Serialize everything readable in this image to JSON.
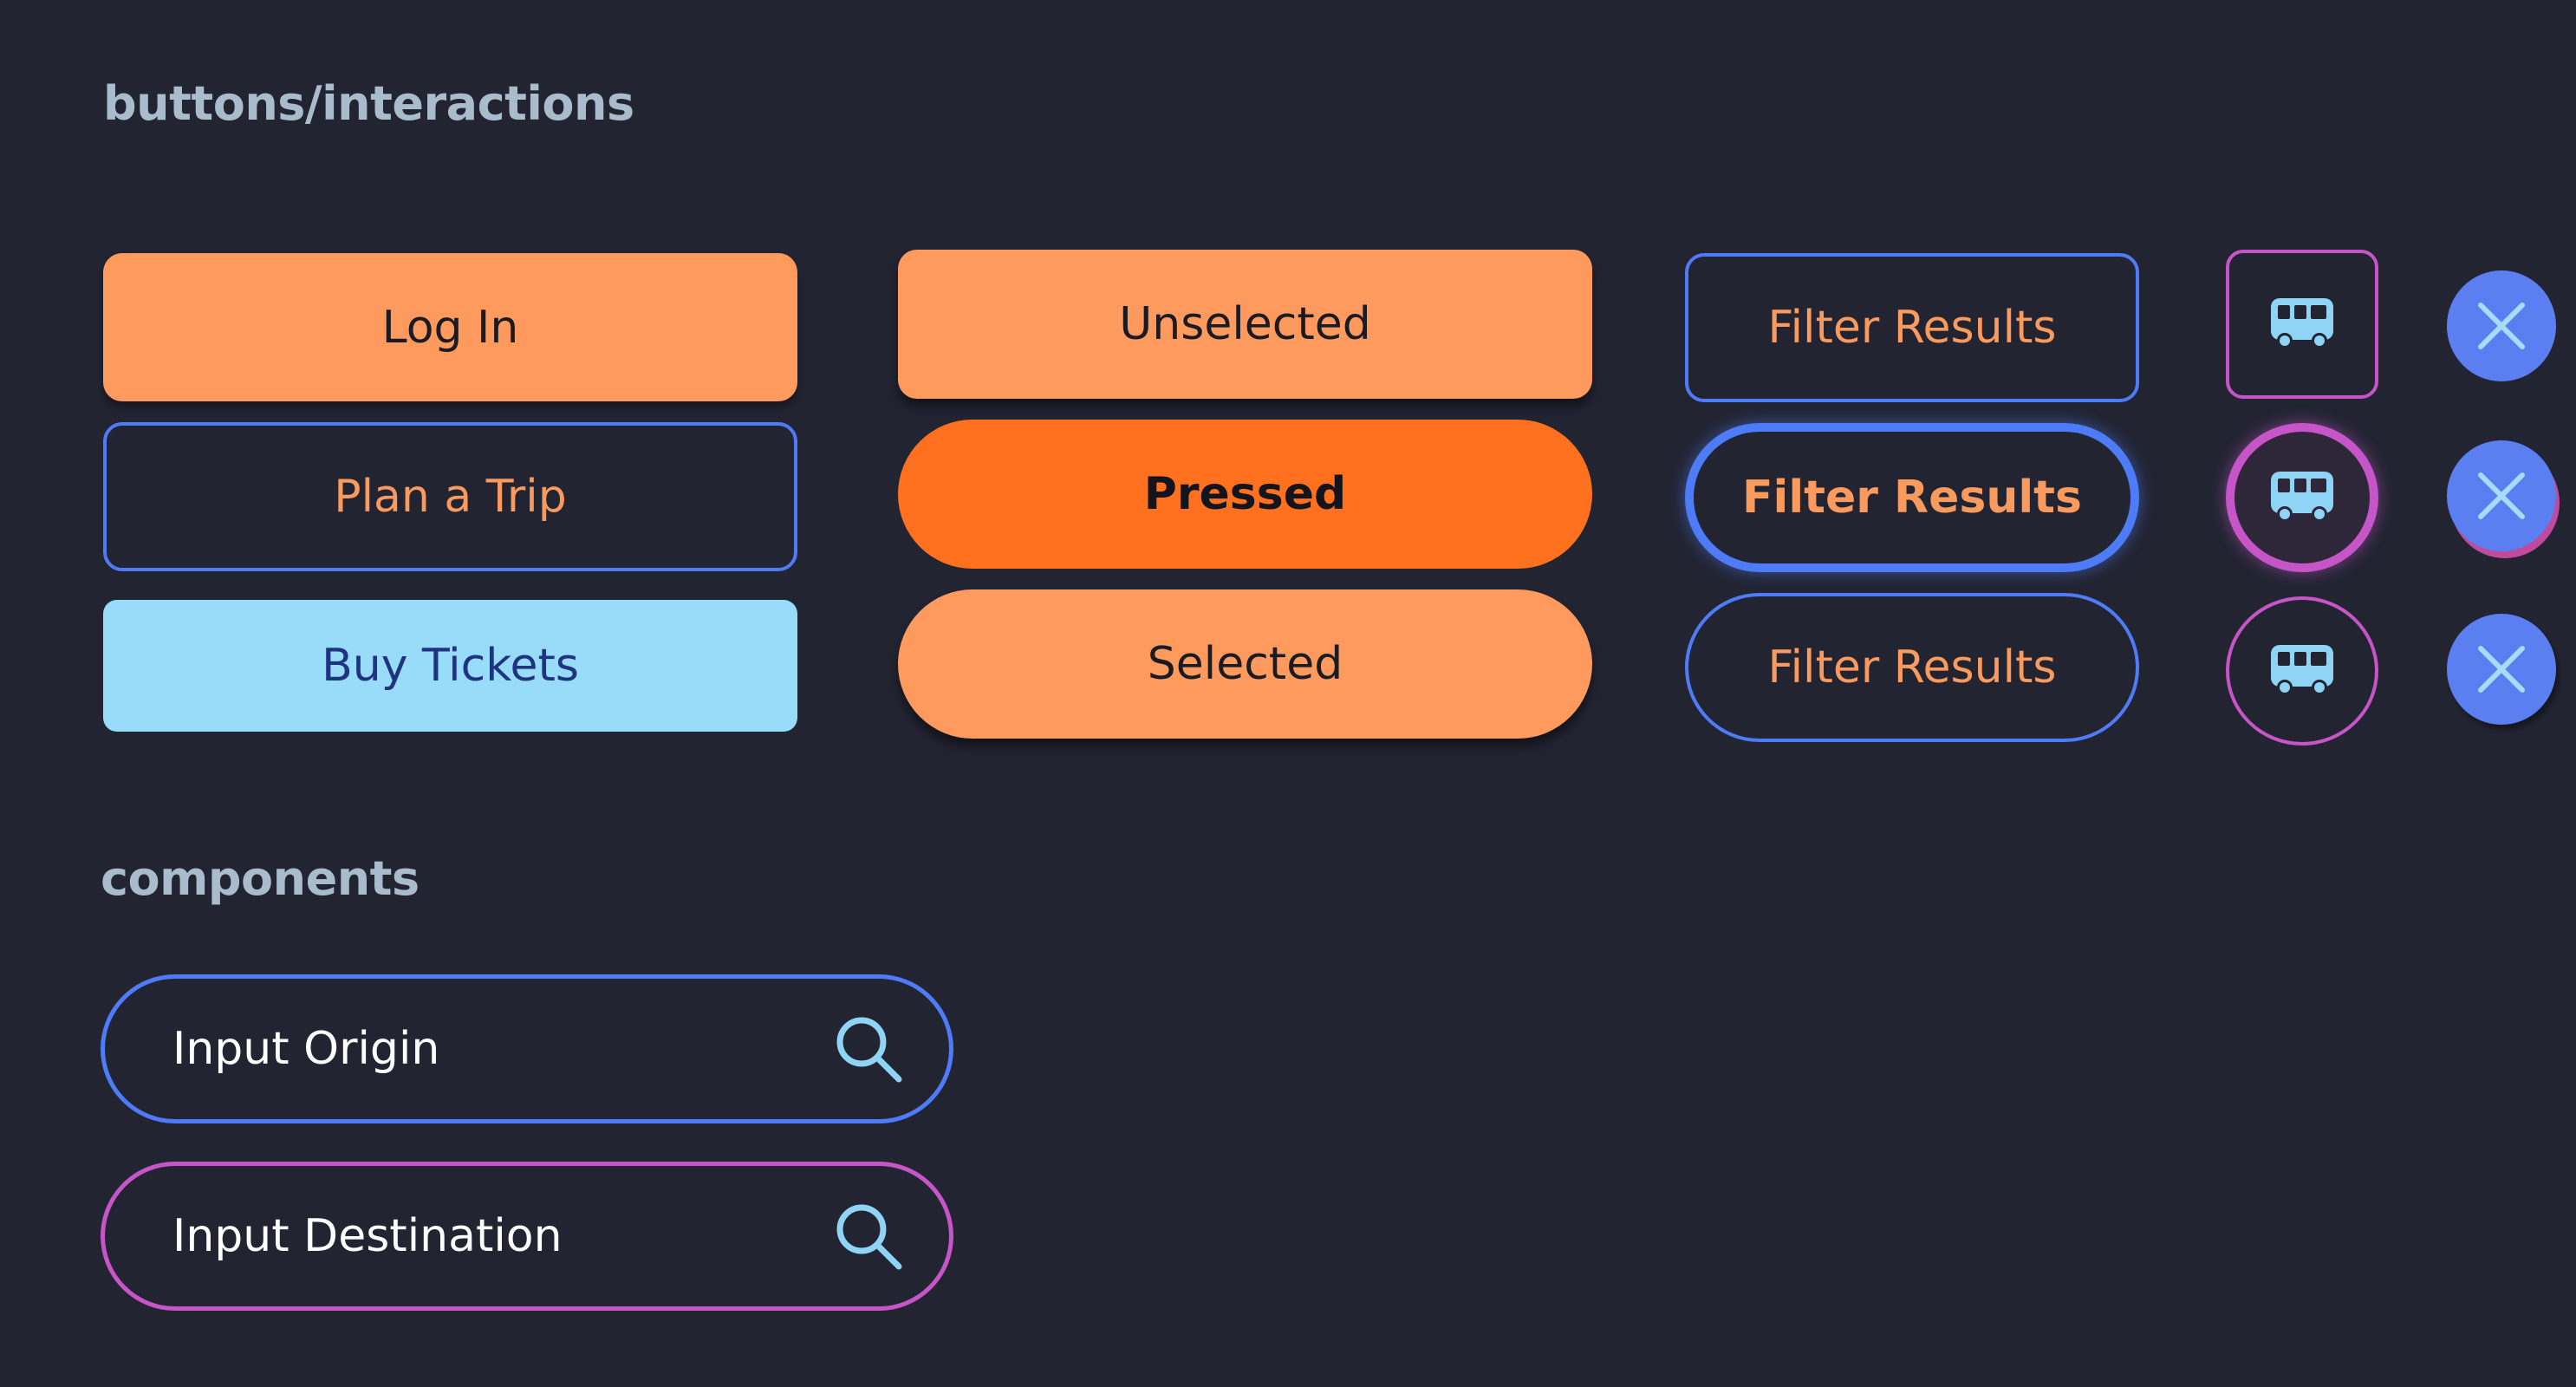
{
  "sections": {
    "buttons_title": "buttons/interactions",
    "components_title": "components"
  },
  "buttons": {
    "login": "Log In",
    "plan_trip": "Plan a Trip",
    "buy_tickets": "Buy Tickets",
    "unselected": "Unselected",
    "pressed": "Pressed",
    "selected": "Selected",
    "filter_default": "Filter Results",
    "filter_focused": "Filter Results",
    "filter_pill": "Filter Results"
  },
  "icons": {
    "bus": "bus-icon",
    "close": "close-icon",
    "search": "search-icon"
  },
  "inputs": {
    "origin": "Input Origin",
    "destination": "Input Destination"
  },
  "colors": {
    "background": "#222432",
    "accent_orange": "#ff9a5f",
    "pressed_orange": "#ff711f",
    "light_blue": "#98dcf9",
    "blue_border": "#4e7cf8",
    "magenta_border": "#c655c8",
    "close_blue": "#5b7ff0"
  }
}
